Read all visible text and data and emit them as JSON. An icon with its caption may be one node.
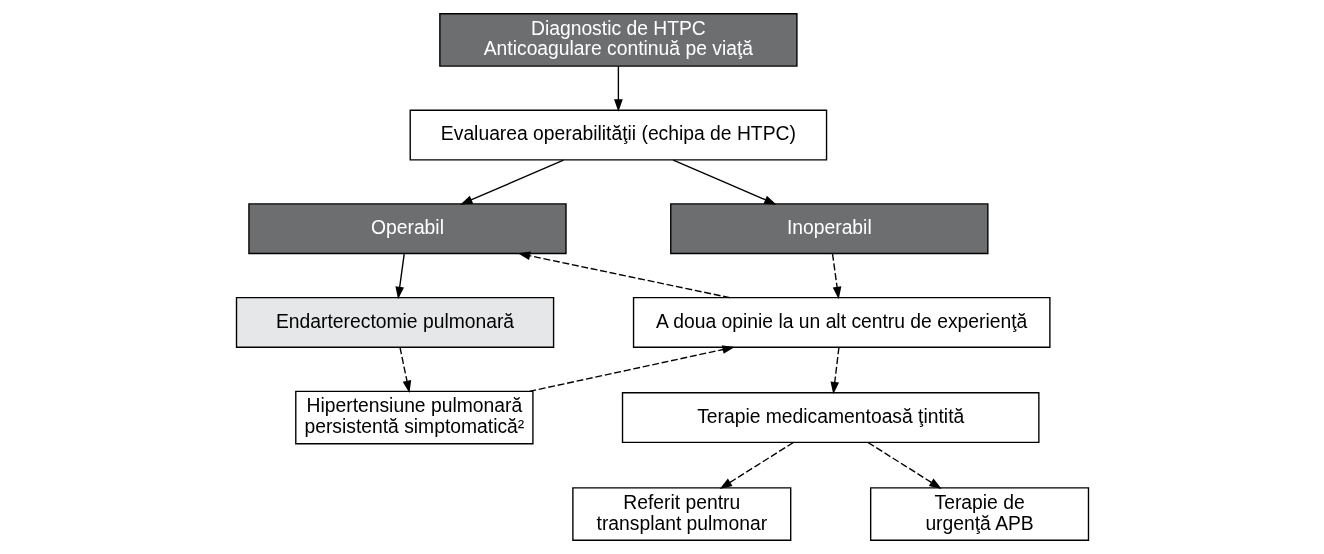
{
  "diagram": {
    "nodes": [
      {
        "text": [
          "Diagnostic de HTPC",
          "Anticoagulare continuă pe viaţă"
        ]
      },
      {
        "text": [
          "Evaluarea operabilităţii (echipa de HTPC)"
        ]
      },
      {
        "text": [
          "Operabil"
        ]
      },
      {
        "text": [
          "Inoperabil"
        ]
      },
      {
        "text": [
          "Endarterectomie pulmonară"
        ]
      },
      {
        "text": [
          "A doua opinie la un alt centru de experienţă"
        ]
      },
      {
        "text": [
          "Hipertensiune pulmonară persistentă simptomatică²"
        ]
      },
      {
        "text": [
          "Terapie medicamentoasă ţintită"
        ]
      },
      {
        "text": [
          "Referit pentru transplant pulmonar"
        ]
      },
      {
        "text": [
          "Terapie de urgenţă APB"
        ]
      }
    ],
    "edges": [
      {
        "from": 0,
        "to": 1,
        "arrow": "to"
      },
      {
        "from": 1,
        "to": 2,
        "arrow": "to"
      },
      {
        "from": 1,
        "to": 3,
        "arrow": "to"
      },
      {
        "from": 2,
        "to": 4,
        "arrow": "to"
      },
      {
        "from": 3,
        "to": 5,
        "arrow": "to",
        "style": "dashed"
      },
      {
        "from": 5,
        "to": 2,
        "arrow": "to",
        "style": "dashed"
      },
      {
        "from": 4,
        "to": 6,
        "arrow": "to",
        "style": "dashed"
      },
      {
        "from": 6,
        "to": 5,
        "arrow": "to",
        "style": "dashed"
      },
      {
        "from": 5,
        "to": 7,
        "arrow": "to",
        "style": "dashed"
      },
      {
        "from": 7,
        "to": 8,
        "arrow": "to",
        "style": "dashed"
      },
      {
        "from": 7,
        "to": 9,
        "arrow": "to",
        "style": "dashed"
      }
    ]
  }
}
